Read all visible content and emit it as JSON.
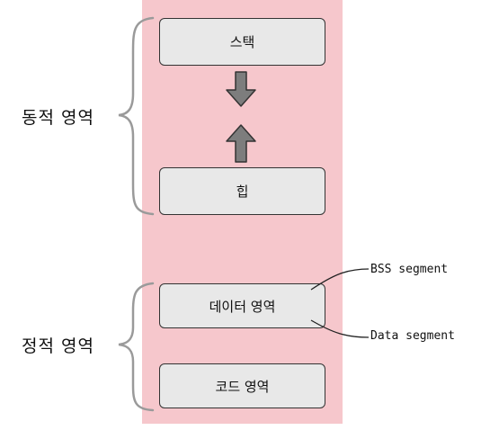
{
  "memory": {
    "stack": "스택",
    "heap": "힙",
    "data": "데이터 영역",
    "code": "코드 영역"
  },
  "regions": {
    "dynamic": "동적 영역",
    "static": "정적 영역"
  },
  "segments": {
    "bss": "BSS segment",
    "data": "Data segment"
  },
  "colors": {
    "column": "#f6c7cc",
    "block": "#e8e8e8",
    "arrow": "#7d7d7d",
    "bracket": "#9a9a9a"
  }
}
